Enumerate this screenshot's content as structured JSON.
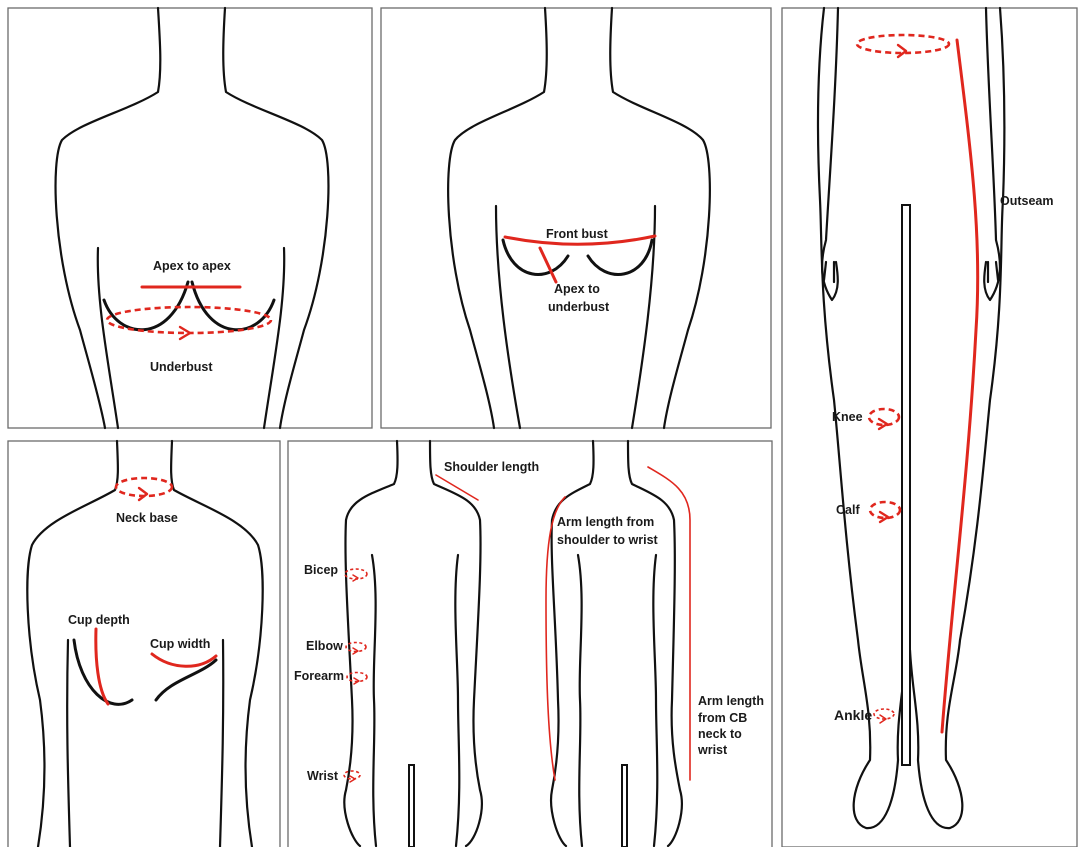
{
  "labels": {
    "apex_to_apex": "Apex to apex",
    "underbust": "Underbust",
    "front_bust": "Front bust",
    "apex_to_underbust_1": "Apex to",
    "apex_to_underbust_2": "underbust",
    "outseam": "Outseam",
    "knee": "Knee",
    "calf": "Calf",
    "ankle": "Ankle",
    "neck_base": "Neck base",
    "cup_depth": "Cup depth",
    "cup_width": "Cup width",
    "shoulder_length": "Shoulder length",
    "bicep": "Bicep",
    "elbow": "Elbow",
    "forearm": "Forearm",
    "wrist": "Wrist",
    "arm_shoulder_1": "Arm length from",
    "arm_shoulder_2": "shoulder to wrist",
    "arm_cb_1": "Arm length",
    "arm_cb_2": "from CB",
    "arm_cb_3": "neck to",
    "arm_cb_4": "wrist"
  },
  "colors": {
    "measurement": "#e0271e",
    "outline": "#111111",
    "frame": "#6b6b6b"
  }
}
